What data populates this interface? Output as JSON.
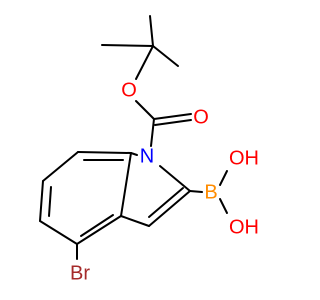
{
  "structure": {
    "atoms": {
      "o_ester": {
        "label": "O",
        "color": "#ff0000"
      },
      "o_carbonyl": {
        "label": "O",
        "color": "#ff0000"
      },
      "n1": {
        "label": "N",
        "color": "#0000ff"
      },
      "b": {
        "label": "B",
        "color": "#ff8c00"
      },
      "oh_top": {
        "label": "OH",
        "color": "#ff0000"
      },
      "oh_bottom": {
        "label": "OH",
        "color": "#ff0000"
      },
      "br": {
        "label": "Br",
        "color": "#a52a2a"
      }
    },
    "bond_color": "#000000"
  }
}
